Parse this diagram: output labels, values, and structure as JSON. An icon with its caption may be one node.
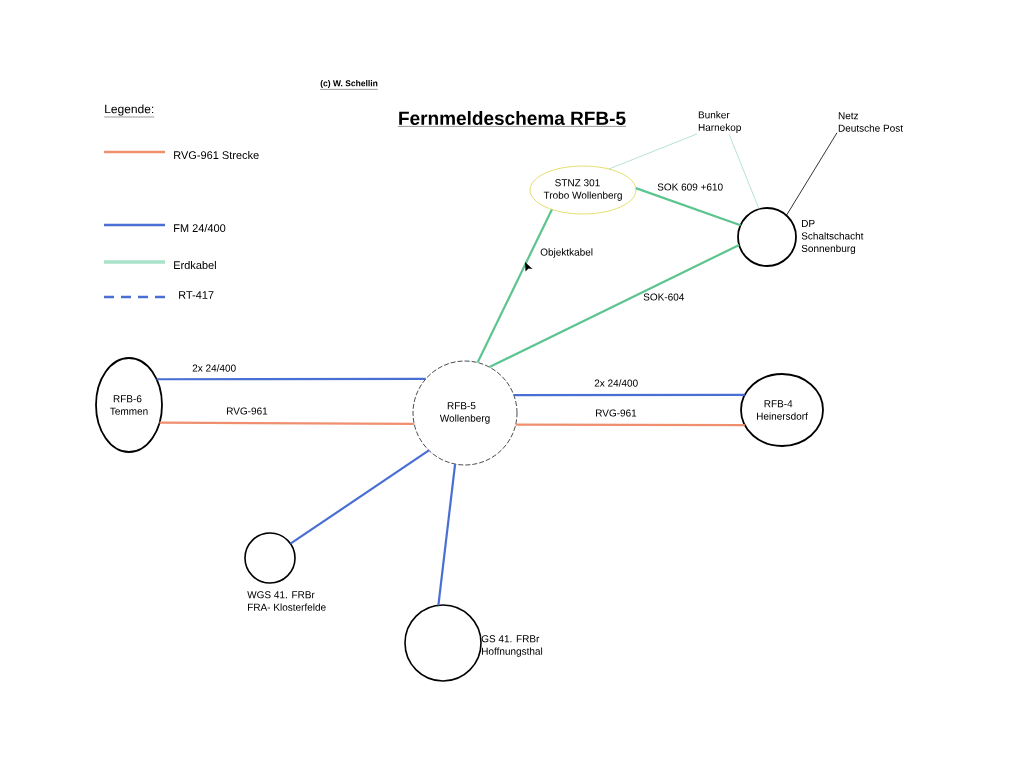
{
  "diagram": {
    "title": "Fernmeldeschema RFB-5",
    "nodes": [
      {
        "text": [
          "Bunker Harnekop"
        ]
      },
      {
        "text": [
          "Netz Deutsche Post"
        ]
      },
      {
        "text": [
          "STNZ 301 Trobo Wollenberg"
        ]
      },
      {
        "text": [],
        "shape": "circle",
        "beside": [
          "DP Schaltschacht Sonnenburg"
        ]
      },
      {
        "text": [
          "RFB-6 Temmen"
        ]
      },
      {
        "text": [
          "RFB-5 Wollenberg"
        ]
      },
      {
        "text": [
          "RFB-4 Heinersdorf"
        ]
      },
      {
        "text": [],
        "shape": "circle",
        "beside": [
          "WGS 41. FRBr FRA- Klosterfelde"
        ]
      },
      {
        "text": [],
        "shape": "circle",
        "beside": [
          "GS 41. FRBr Hoffnungsthal"
        ]
      }
    ],
    "edges": [
      {
        "from": 2,
        "to": 0,
        "arrow": "none",
        "color": "#a3dcc3"
      },
      {
        "from": 0,
        "to": 3,
        "arrow": "none",
        "color": "#a3dcc3"
      },
      {
        "from": 1,
        "to": 3,
        "arrow": "none",
        "color": "#000000"
      },
      {
        "from": 2,
        "to": 3,
        "arrow": "none",
        "label": "SOK 609 +610",
        "color": "#5cc48e"
      },
      {
        "from": 5,
        "to": 2,
        "arrow": "none",
        "label": "Objektkabel",
        "color": "#5cc48e"
      },
      {
        "from": 5,
        "to": 3,
        "arrow": "none",
        "label": "SOK-604",
        "color": "#5cc48e"
      },
      {
        "from": 4,
        "to": 5,
        "arrow": "none",
        "label": "2x 24/400"
      },
      {
        "from": 4,
        "to": 5,
        "arrow": "none",
        "label": "RVG-961",
        "color": "#ef8f6f"
      },
      {
        "from": 5,
        "to": 6,
        "arrow": "none",
        "label": "2x 24/400"
      },
      {
        "from": 5,
        "to": 6,
        "arrow": "none",
        "label": "RVG-961",
        "color": "#ef8f6f"
      },
      {
        "from": 5,
        "to": 7,
        "arrow": "none"
      },
      {
        "from": 5,
        "to": 8,
        "arrow": "none"
      }
    ],
    "labels": [
      "(c) W. Schellin",
      "Legende:"
    ],
    "legend": [
      {
        "text": "RVG-961 Strecke"
      },
      {
        "text": "FM 24/400"
      },
      {
        "text": "Erdkabel"
      },
      {
        "text": "RT-417"
      }
    ]
  }
}
